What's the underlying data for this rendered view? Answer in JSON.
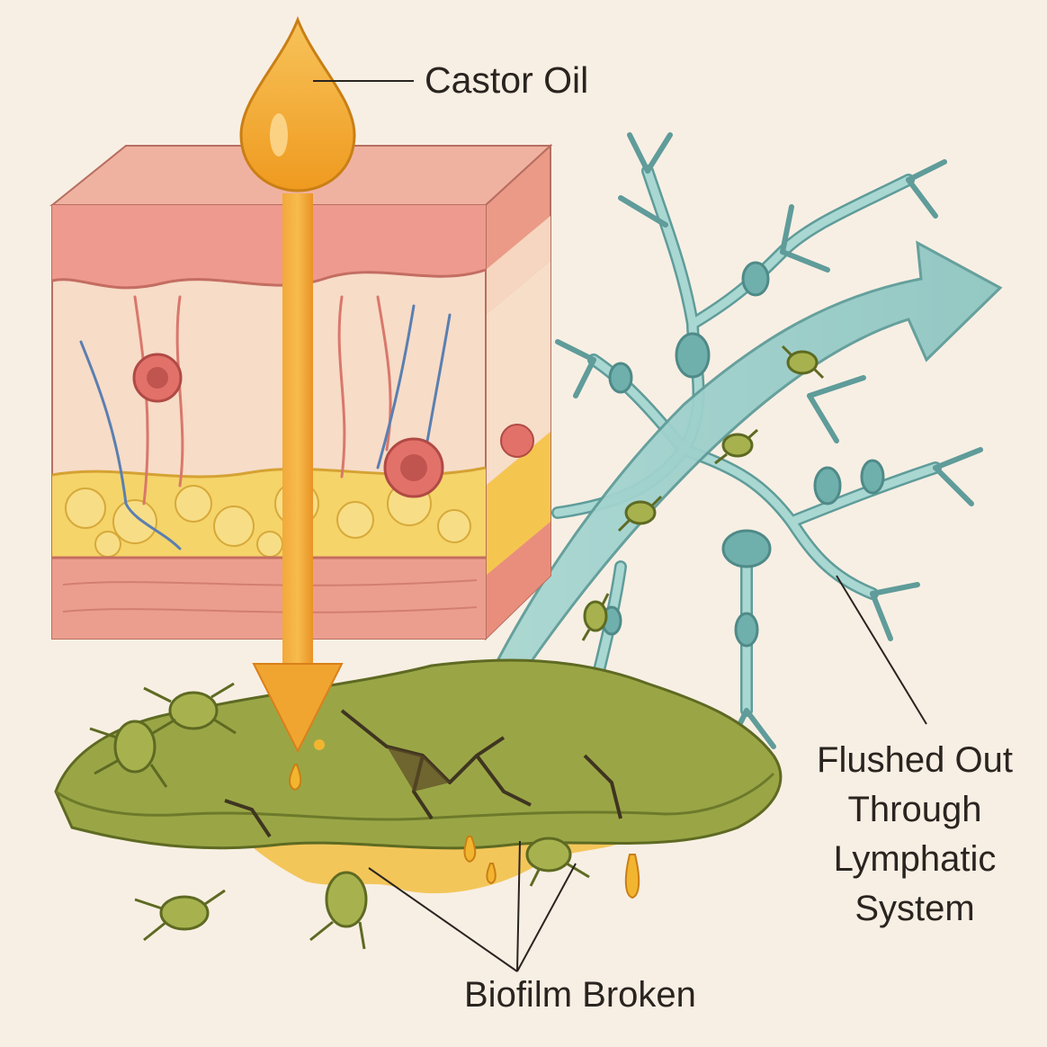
{
  "labels": {
    "castor_oil": "Castor Oil",
    "flushed_out": [
      "Flushed Out",
      "Through",
      "Lymphatic",
      "System"
    ],
    "biofilm_broken": "Biofilm Broken"
  },
  "colors": {
    "background": "#f8efe4",
    "oil": "#f0a530",
    "oil_dark": "#d9801a",
    "skin_top": "#ee9c92",
    "dermis": "#f7d6c2",
    "fat": "#f5d46a",
    "muscle": "#ec9e8e",
    "lymph": "#9fd0cc",
    "lymph_stroke": "#5f9c9a",
    "biofilm": "#9aa646",
    "bacteria": "#a7b24f",
    "ink": "#2a2420"
  },
  "icons": [
    "oil-drop-icon",
    "down-arrow-icon",
    "lymph-arrow-icon",
    "bacterium-icon",
    "skin-cube-icon",
    "lymphatic-vessel-icon",
    "biofilm-icon"
  ]
}
